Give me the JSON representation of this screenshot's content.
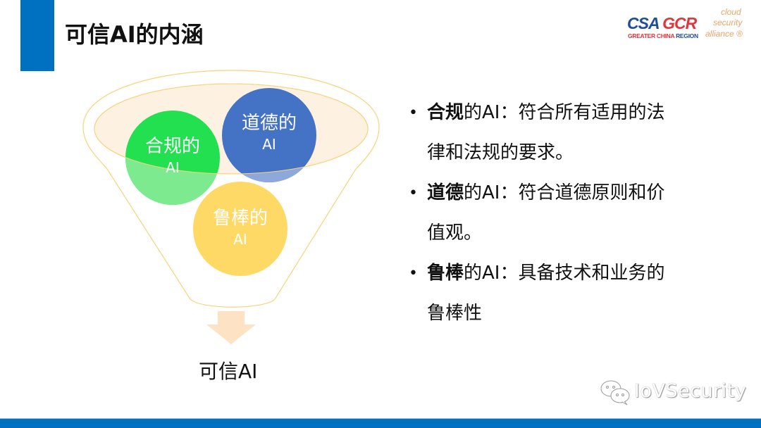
{
  "slide": {
    "title": "可信AI的内涵",
    "accent_color": "#0070C0"
  },
  "logo": {
    "csa": "CSA",
    "gcr": "GCR",
    "region_left": "GREATER CHINA ",
    "region_right": "REGION",
    "cloud_line1": "cloud",
    "cloud_line2": "security",
    "cloud_line3": "alliance ®",
    "colors": {
      "blue": "#1F4E99",
      "red": "#E0363D",
      "orange": "#E8A56A"
    }
  },
  "diagram": {
    "circles": [
      {
        "id": "compliant",
        "line1": "合规的",
        "line2": "AI",
        "color": "#22E04F"
      },
      {
        "id": "ethical",
        "line1": "道德的",
        "line2": "AI",
        "color": "#4472C4"
      },
      {
        "id": "robust",
        "line1": "鲁棒的",
        "line2": "AI",
        "color": "#FFD966"
      }
    ],
    "funnel_rim_color": "#FDF1E1",
    "funnel_outline_color": "#F7D37A",
    "arrow_color": "#FDE3C4",
    "output_label": "可信AI"
  },
  "bullets": [
    {
      "bold": "合规",
      "rest_line1": "的AI：符合所有适用的法",
      "rest_line2": "律和法规的要求。"
    },
    {
      "bold": "道德",
      "rest_line1": "的AI：符合道德原则和价",
      "rest_line2": "值观。"
    },
    {
      "bold": "鲁棒",
      "rest_line1": "的AI：具备技术和业务的",
      "rest_line2": "鲁棒性"
    }
  ],
  "watermark": {
    "icon": "wechat-icon",
    "text": "IoVSecurity"
  },
  "footer": {
    "color": "#0070C0"
  }
}
